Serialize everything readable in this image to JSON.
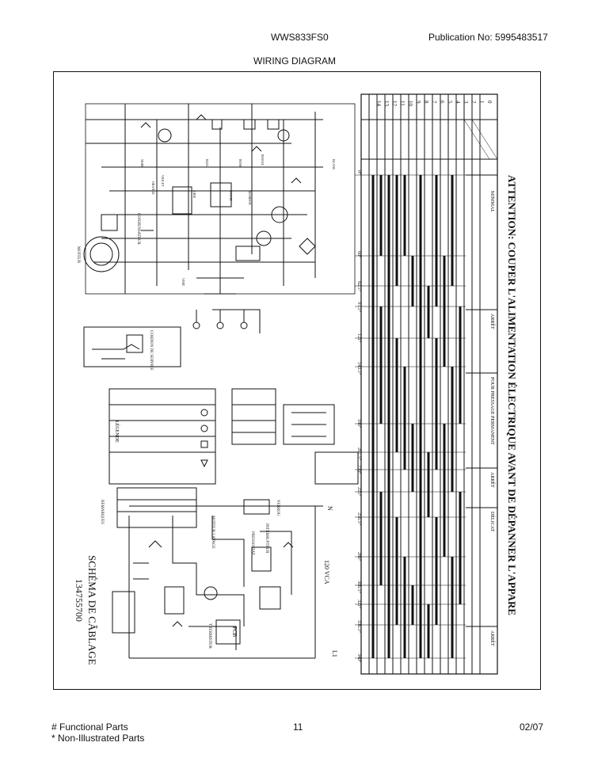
{
  "header": {
    "model": "WWS833FS0",
    "publication": "Publication No:  5995483517",
    "title": "WIRING DIAGRAM"
  },
  "diagram": {
    "warning": "ATTENTION: COUPER L'ALIMENTATION ÉLECTRIQUE AVANT DE DÉPANNER L'APPARE",
    "doc_title": "SCHÉMA DE CÂBLAGE",
    "doc_number": "134755700",
    "supply": "120 VCA",
    "timer_table": {
      "degree_marks": [
        "0°",
        "60°",
        "82.5°",
        "97.5°",
        "121°",
        "143.5°",
        "186°",
        "207.5°",
        "220°",
        "225°",
        "256.5°",
        "286°",
        "306.5°",
        "321°",
        "336.5°",
        "340°"
      ],
      "columns": [
        "MINIMAL",
        "ARRÊT",
        "POUR PRESSAGE PERMANENT",
        "ARRÊT",
        "DÉLICAT",
        "ARRÊT"
      ],
      "row_numbers": [
        "0",
        "1",
        "2",
        "3",
        "4",
        "5",
        "6",
        "7",
        "8",
        "9",
        "10",
        "11",
        "12",
        "13",
        "14"
      ]
    },
    "labels": {
      "motor": "MOTEUR",
      "wash_motor": "MOTEUR LAVAGE",
      "thermistor": "THERMISTOR",
      "pressure_switch": "PRESSOSTAT",
      "pcb": "PCB",
      "neutral": "N",
      "line": "L1",
      "rouge": "ROUGE",
      "blanc": "BLANC",
      "noir": "NOIR",
      "bleu": "BLEU",
      "orange": "ORANGE",
      "violet": "VIOLET",
      "rose": "ROSE",
      "marron": "MARRON",
      "jaune": "JAUNE",
      "gris": "GRIS",
      "vert": "VERT",
      "condensateur": "CONDENSATEUR",
      "verrou": "VERROU",
      "interrupteur": "INTERRUPTEUR",
      "service_cord": "CORDON DE SERVICE",
      "legend_title": "LÉGENDE",
      "remarks": "REMARQUES"
    }
  },
  "footer": {
    "functional_parts": "# Functional Parts",
    "non_illustrated": "* Non-Illustrated Parts",
    "page": "11",
    "date": "02/07"
  }
}
